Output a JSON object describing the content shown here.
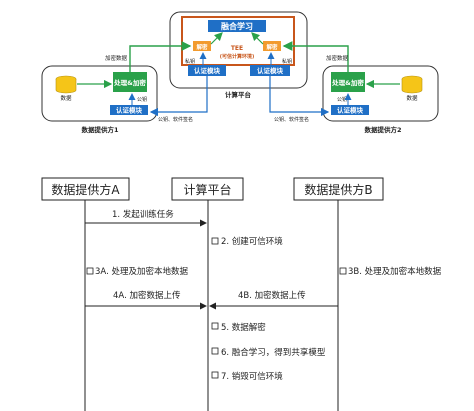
{
  "architecture": {
    "platform": {
      "fusion_learning": "融合学习",
      "tee_title": "TEE",
      "tee_subtitle": "(可信计算环境)",
      "decrypt_left": "解密",
      "decrypt_right": "解密",
      "private_key_left": "私钥",
      "private_key_right": "私钥",
      "auth_left": "认证模块",
      "auth_right": "认证模块",
      "label": "计算平台"
    },
    "provider1": {
      "data": "数据",
      "process": "处理&加密",
      "auth": "认证模块",
      "public_key": "公钥",
      "label": "数据提供方1"
    },
    "provider2": {
      "data": "数据",
      "process": "处理&加密",
      "auth": "认证模块",
      "public_key": "公钥",
      "label": "数据提供方2"
    },
    "flows": {
      "encrypted_left": "加密数据",
      "encrypted_right": "加密数据",
      "key_sign_left": "公钥、软件签名",
      "key_sign_right": "公钥、软件签名"
    }
  },
  "sequence": {
    "actors": [
      "数据提供方A",
      "计算平台",
      "数据提供方B"
    ],
    "steps": [
      "1. 发起训练任务",
      "2. 创建可信环境",
      "3A. 处理及加密本地数据",
      "3B. 处理及加密本地数据",
      "4A. 加密数据上传",
      "4B. 加密数据上传",
      "5. 数据解密",
      "6. 融合学习，得到共享模型",
      "7. 销毁可信环境"
    ]
  },
  "colors": {
    "blue": "#1f6fc6",
    "green": "#2aa14a",
    "orange": "#f29b2e",
    "tee_border": "#c8561b",
    "yellow": "#f5c518"
  }
}
